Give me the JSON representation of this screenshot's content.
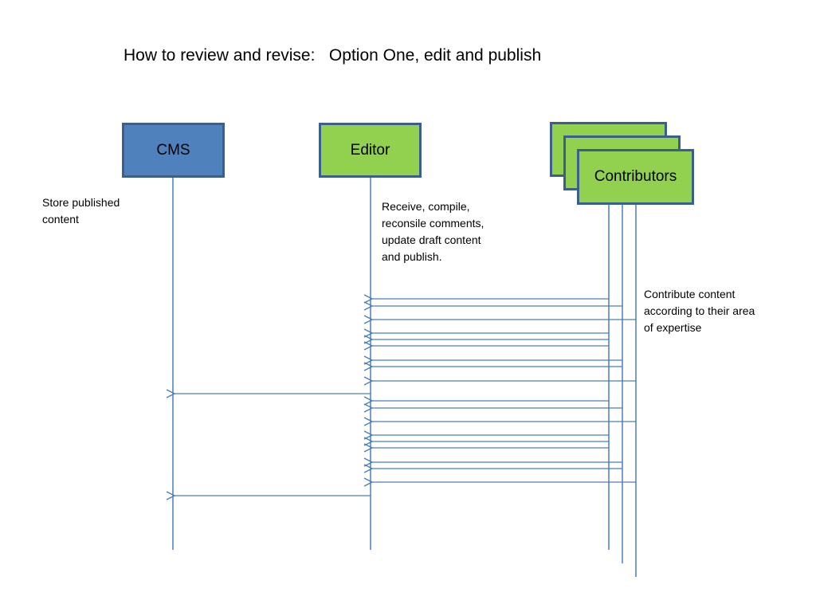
{
  "title": "How to review and revise:   Option One, edit and publish",
  "actors": {
    "cms": {
      "label": "CMS"
    },
    "editor": {
      "label": "Editor"
    },
    "contributors": {
      "label": "Contributors"
    }
  },
  "notes": {
    "cms": "Store published\ncontent",
    "editor": "Receive, compile,\nreconsile comments,\nupdate draft content\nand publish.",
    "contributors": "Contribute content\naccording to their area\nof expertise"
  },
  "colors": {
    "line": "#4a7ebb",
    "cms_fill": "#4f81bd",
    "editor_fill": "#92d050",
    "border": "#3a5f8c"
  }
}
